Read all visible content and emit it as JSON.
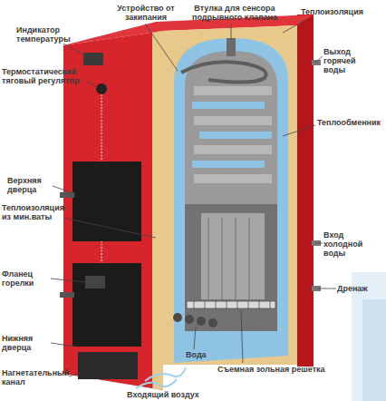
{
  "diagram": {
    "labels": [
      "Индикатор температуры",
      "Устройство от закипания",
      "Втулка для сенсора подрывного клапана",
      "Теплоизоляция",
      "Выход горячей воды",
      "Термостатический тяговый регулятор",
      "Теплообменник",
      "Верхняя дверца",
      "Теплоизоляция из мин.ваты",
      "Вход холодной воды",
      "Фланец горелки",
      "Дренаж",
      "Нижняя дверца",
      "Вода",
      "Съемная зольная решетка",
      "Нагнетательный канал",
      "Входящий воздух"
    ]
  }
}
